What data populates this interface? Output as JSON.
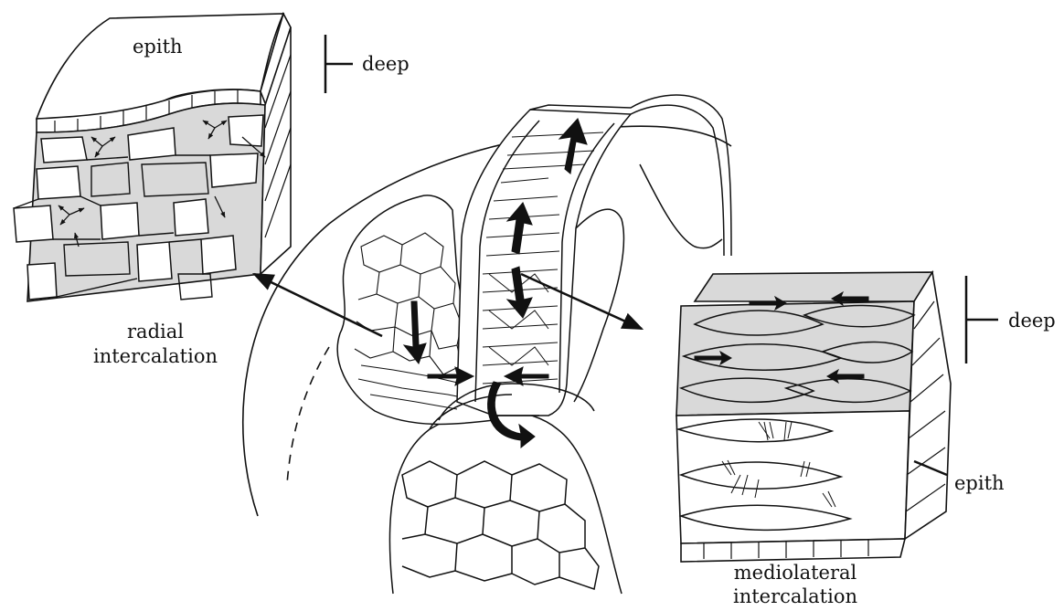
{
  "labels": {
    "epith_top": "epith",
    "deep_left": "deep",
    "radial_line1": "radial",
    "radial_line2": "intercalation",
    "deep_right": "deep",
    "epith_right": "epith",
    "mediolateral_line1": "mediolateral",
    "mediolateral_line2": "intercalation"
  },
  "icons": {
    "left_block": "radial-intercalation-tissue-block",
    "center": "embryo-dorsal-marginal-zone-section",
    "right_block": "mediolateral-intercalation-tissue-block",
    "arrow": "pointer-arrow"
  },
  "colors": {
    "line": "#111111",
    "cell_fill": "#d9d9d9",
    "background": "#ffffff"
  }
}
